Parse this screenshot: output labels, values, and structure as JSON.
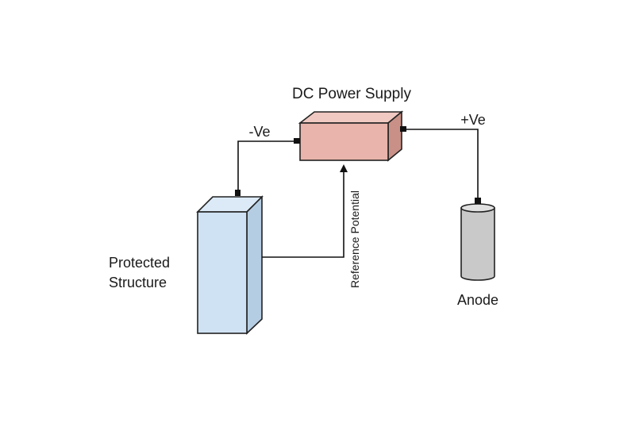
{
  "diagram": {
    "title": "DC Power Supply",
    "labels": {
      "negative": "-Ve",
      "positive": "+Ve",
      "structure_line1": "Protected",
      "structure_line2": "Structure",
      "reference": "Reference Potential",
      "anode": "Anode"
    },
    "colors": {
      "supply_front": "#e8b4ab",
      "supply_top": "#f0c9c2",
      "supply_side": "#c99087",
      "structure_front": "#cfe2f3",
      "structure_top": "#dceaf7",
      "structure_side": "#b5cde2",
      "anode_body": "#c9c9c9",
      "anode_top": "#e0e0e0",
      "wire": "#111111"
    }
  }
}
